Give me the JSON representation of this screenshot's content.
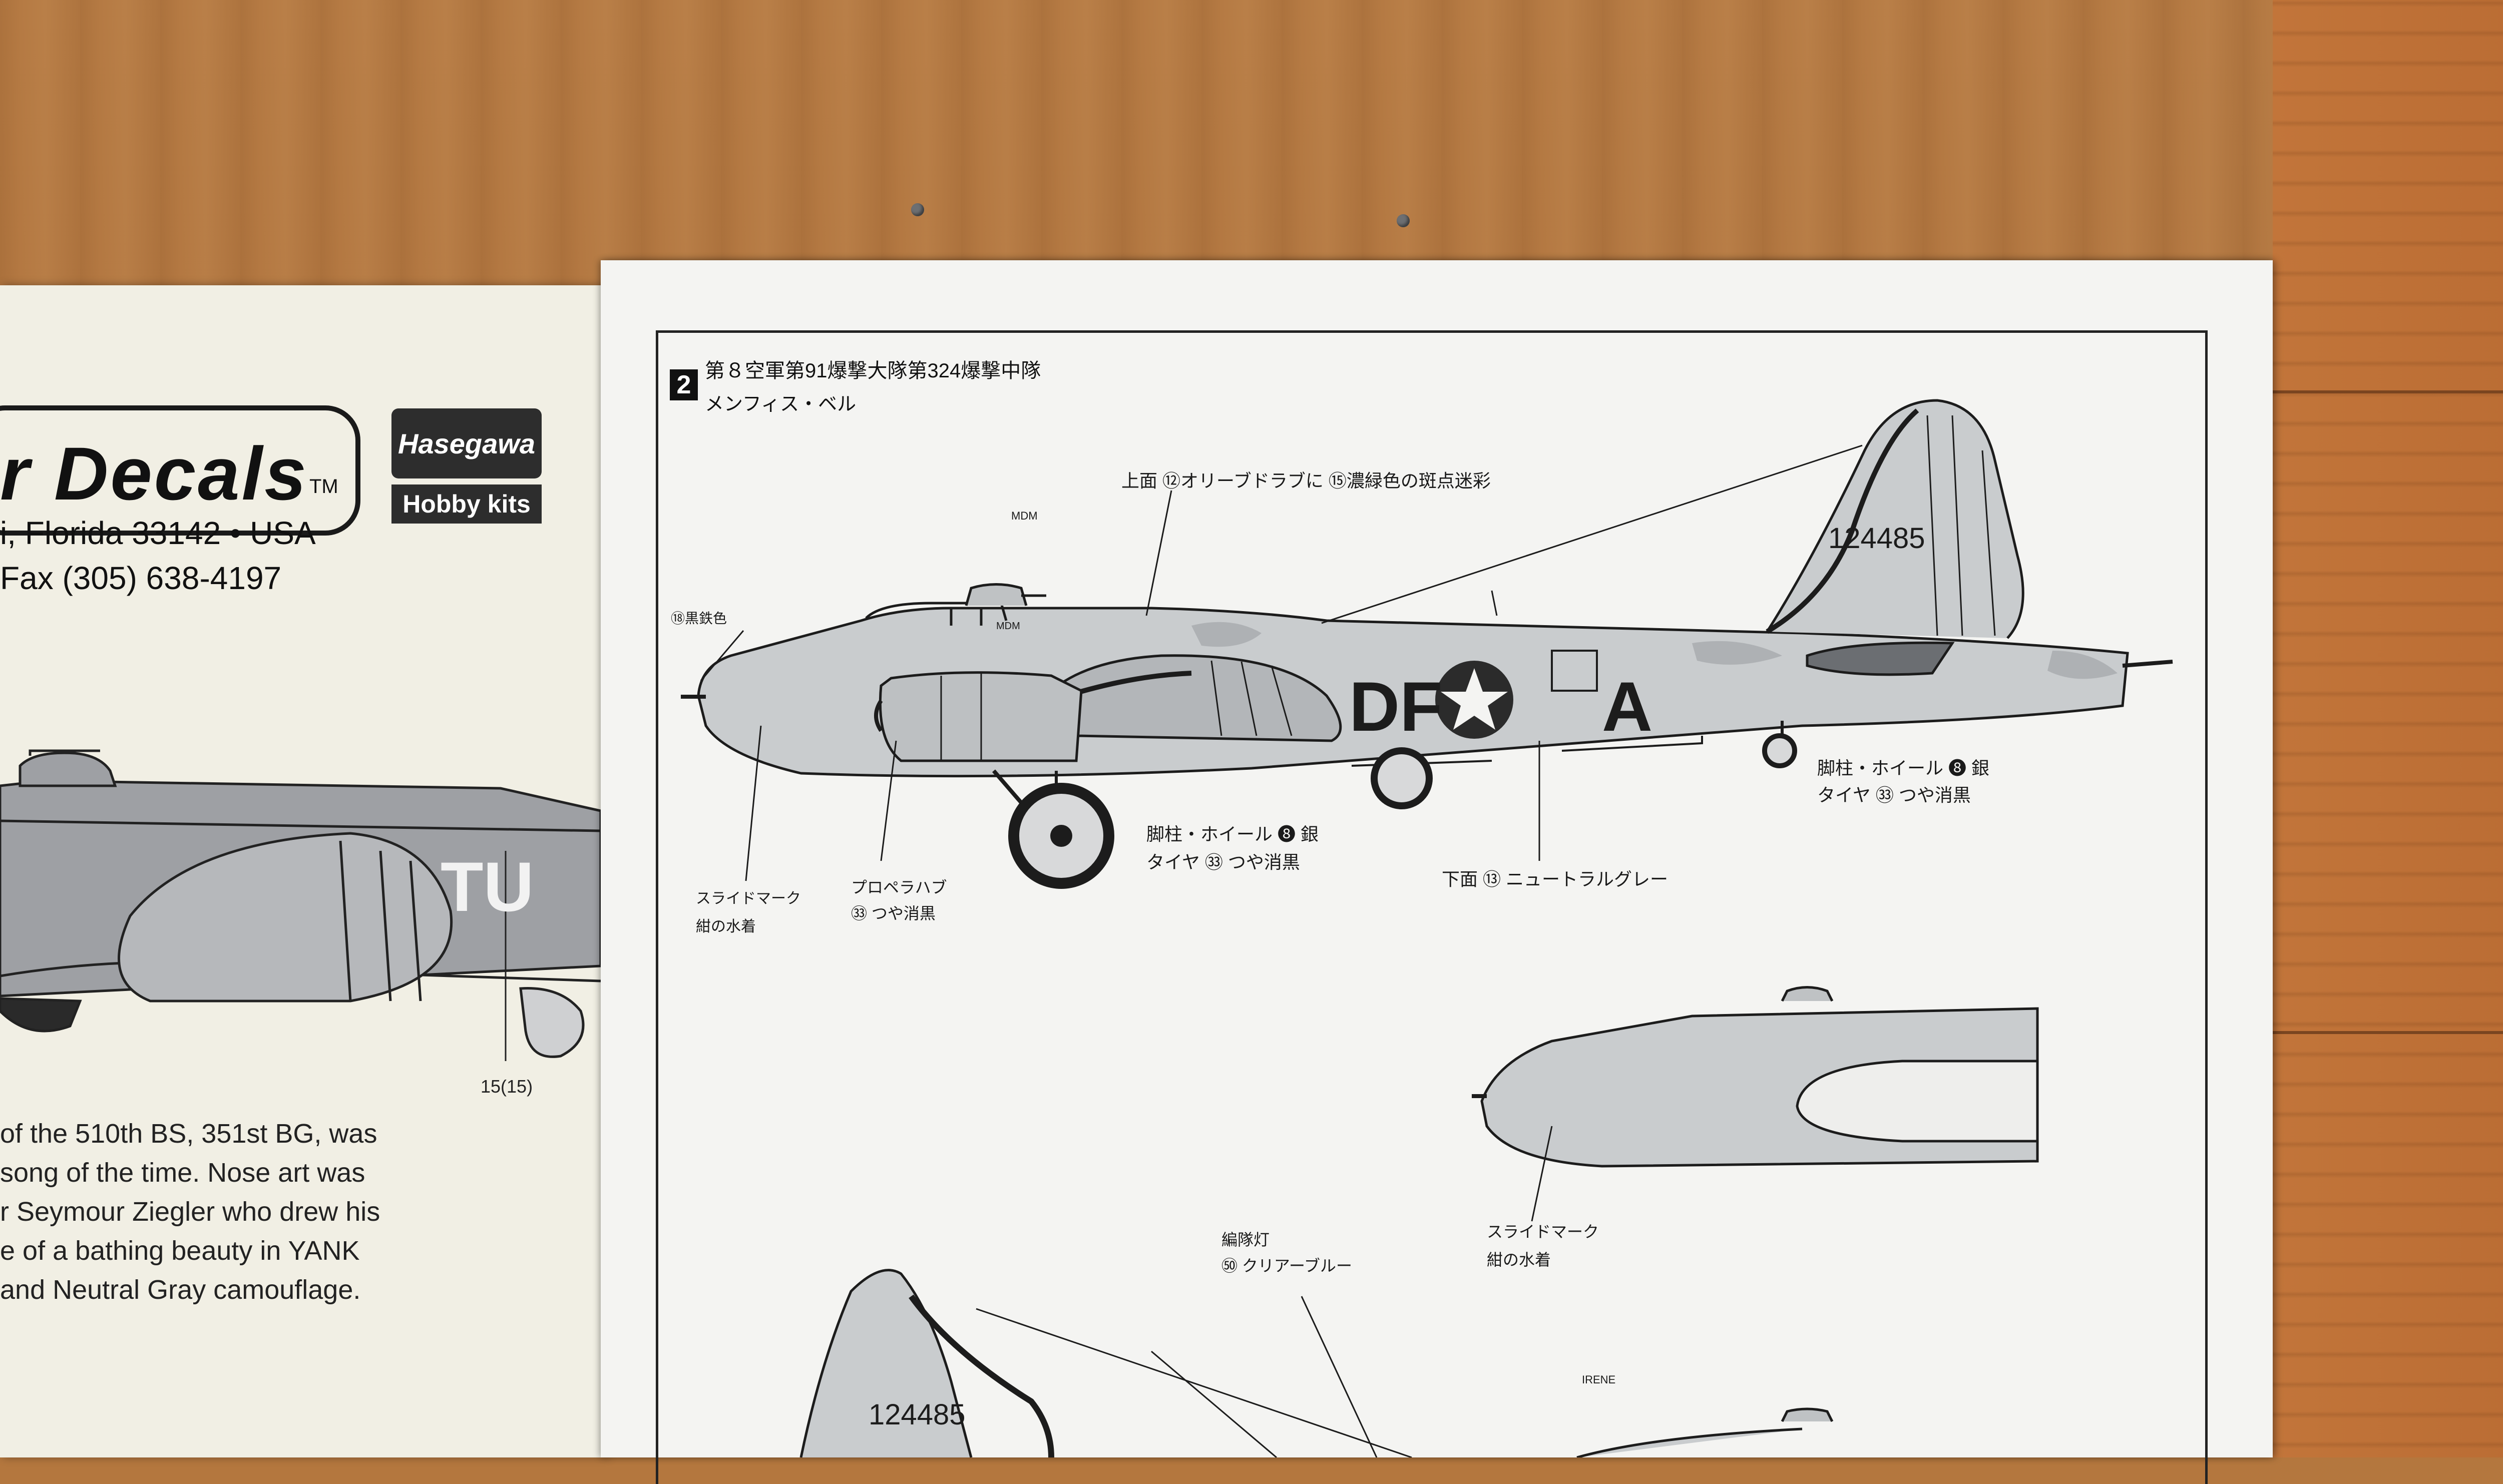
{
  "left_page": {
    "brand": "r Decals",
    "tm": "TM",
    "hasegawa_logo": "Hasegawa",
    "hobby_kits": "Hobby kits",
    "address_line": "i, Florida  33142  •  USA",
    "fax_line": "Fax (305) 638-4197",
    "fuselage_code": "TU",
    "part_number": "15(15)",
    "story_lines": [
      "of the 510th BS, 351st BG, was",
      "song of the time. Nose art was",
      "r Seymour Ziegler who drew his",
      "e of a bathing beauty in YANK",
      " and Neutral Gray camouflage."
    ]
  },
  "right_page": {
    "step_number": "2",
    "title": "第８空軍第91爆撃大隊第324爆撃中隊",
    "subtitle": "メンフィス・ベル",
    "callouts": {
      "upper_surface": "上面 ⑫オリーブドラブに ⑮濃緑色の斑点迷彩",
      "mdm_top": "MDM",
      "mdm_side": "MDM",
      "black_iron": "⑱黒鉄色",
      "gear_right_1": "脚柱・ホイール ❽ 銀",
      "gear_right_2": "タイヤ ㉝ つや消黒",
      "gear_main_1": "脚柱・ホイール ❽ 銀",
      "gear_main_2": "タイヤ ㉝ つや消黒",
      "lower_surface": "下面 ⑬ ニュートラルグレー",
      "slide_mark_1": "スライドマーク",
      "slide_mark_2": "紺の水着",
      "prop_hub_1": "プロペラハブ",
      "prop_hub_2": "㉝ つや消黒",
      "slide_mark_b1": "スライドマーク",
      "slide_mark_b2": "紺の水着",
      "formation_light_1": "編隊灯",
      "formation_light_2": "㊿ クリアーブルー",
      "irene": "IRENE"
    },
    "tail_serial": "124485",
    "tail_serial_bottom": "124485",
    "fuselage_code": "DF",
    "fuselage_letter": "A"
  }
}
